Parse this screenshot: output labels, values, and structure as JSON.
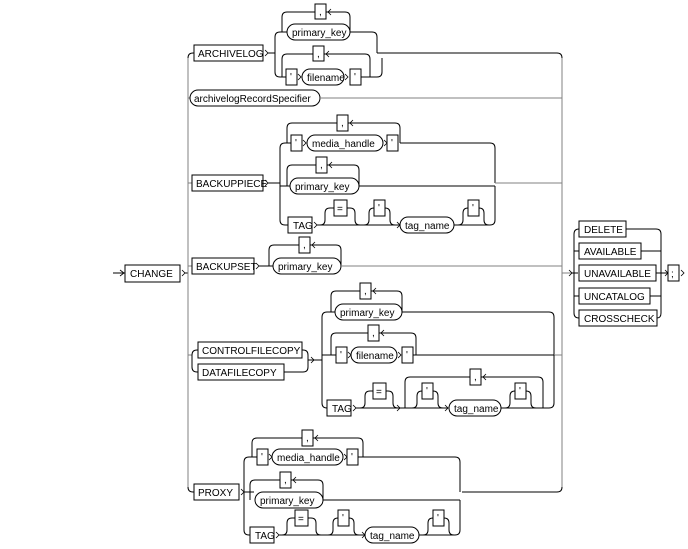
{
  "diagram": {
    "title": "CHANGE syntax diagram",
    "start_keyword": "CHANGE",
    "terminator": ";",
    "branches": {
      "archivelog": {
        "keyword": "ARCHIVELOG",
        "primary_key": "primary_key",
        "comma": ",",
        "quote": "'",
        "filename": "filename"
      },
      "record_specifier": "archivelogRecordSpecifier",
      "backuppiece": {
        "keyword": "BACKUPPIECE",
        "media_handle": "media_handle",
        "primary_key": "primary_key",
        "tag": "TAG",
        "equals": "=",
        "tag_name": "tag_name",
        "comma": ",",
        "quote": "'"
      },
      "backupset": {
        "keyword": "BACKUPSET",
        "primary_key": "primary_key",
        "comma": ","
      },
      "filecopy": {
        "controlfilecopy": "CONTROLFILECOPY",
        "datafilecopy": "DATAFILECOPY",
        "primary_key": "primary_key",
        "filename": "filename",
        "tag": "TAG",
        "equals": "=",
        "tag_name": "tag_name",
        "comma": ",",
        "quote": "'"
      },
      "proxy": {
        "keyword": "PROXY",
        "media_handle": "media_handle",
        "primary_key": "primary_key",
        "tag": "TAG",
        "equals": "=",
        "tag_name": "tag_name",
        "comma": ",",
        "quote": "'"
      }
    },
    "actions": [
      "DELETE",
      "AVAILABLE",
      "UNAVAILABLE",
      "UNCATALOG",
      "CROSSCHECK"
    ]
  }
}
